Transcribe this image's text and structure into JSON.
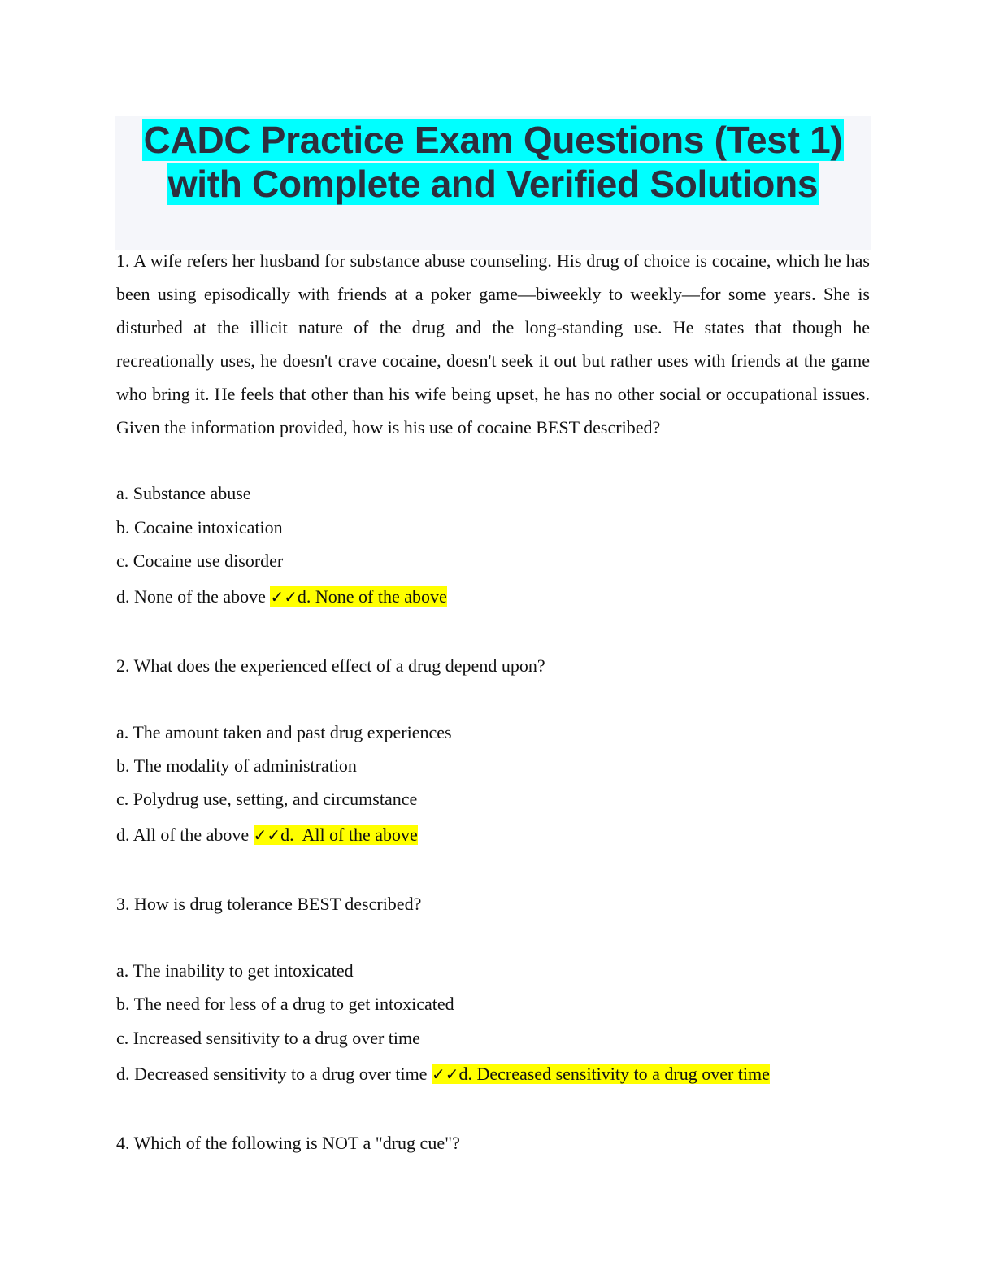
{
  "document": {
    "title_line1": "CADC Practice Exam Questions (Test 1)",
    "title_line2": "with Complete and Verified Solutions",
    "colors": {
      "title_highlight": "#00ffff",
      "title_box_bg": "#f5f6fa",
      "title_text": "#2d2f3e",
      "answer_highlight": "#ffff00"
    },
    "questions": [
      {
        "number": "1.",
        "text": "1. A wife refers her husband for substance abuse counseling. His drug of choice is cocaine, which he has been using episodically with friends at a poker game—biweekly to weekly—for some years. She is disturbed at the illicit nature of the drug and the long-standing use. He states that though he recreationally uses, he doesn't crave cocaine, doesn't seek it out but rather uses with friends at the game who bring it. He feels that other than his wife being upset, he has no other social or occupational issues. Given the information provided, how is his use of cocaine BEST described?",
        "options": [
          "a. Substance abuse",
          "b. Cocaine intoxication",
          "c. Cocaine use disorder",
          "d. None of the above"
        ],
        "answer_icon": "double-check-icon",
        "answer_check": "✓✓",
        "answer": "d. None of the above"
      },
      {
        "number": "2.",
        "text": "2. What does the experienced effect of a drug depend upon?",
        "options": [
          "a. The amount taken and past drug experiences",
          "b. The modality of administration",
          "c. Polydrug use, setting, and circumstance",
          "d. All of the above"
        ],
        "answer_icon": "double-check-icon",
        "answer_check": "✓✓",
        "answer": "d.  All of the above"
      },
      {
        "number": "3.",
        "text": "3. How is drug tolerance BEST described?",
        "options": [
          "a. The inability to get intoxicated",
          "b. The need for less of a drug to get intoxicated",
          "c. Increased sensitivity to a drug over time",
          "d. Decreased sensitivity to a drug over time"
        ],
        "answer_icon": "double-check-icon",
        "answer_check": "✓✓",
        "answer": "d. Decreased sensitivity to a drug over time"
      },
      {
        "number": "4.",
        "text": "4. Which of the following is NOT a \"drug cue\"?"
      }
    ]
  }
}
